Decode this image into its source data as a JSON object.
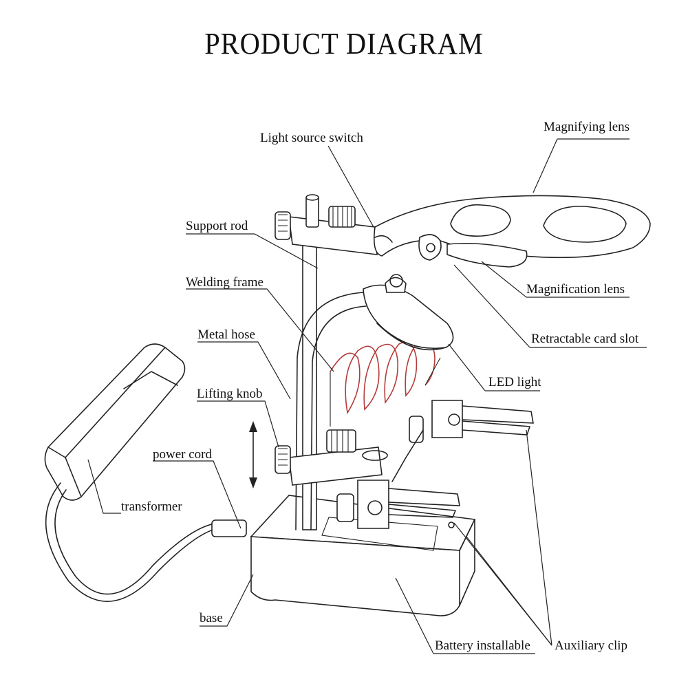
{
  "title": "PRODUCT DIAGRAM",
  "labels": {
    "light_source_switch": "Light source switch",
    "magnifying_lens": "Magnifying lens",
    "support_rod": "Support rod",
    "welding_frame": "Welding frame",
    "magnification_lens": "Magnification lens",
    "metal_hose": "Metal hose",
    "retractable_card_slot": "Retractable card slot",
    "led_light": "LED light",
    "lifting_knob": "Lifting knob",
    "power_cord": "power cord",
    "transformer": "transformer",
    "base": "base",
    "battery_installable": "Battery installable",
    "auxiliary_clip": "Auxiliary clip"
  }
}
